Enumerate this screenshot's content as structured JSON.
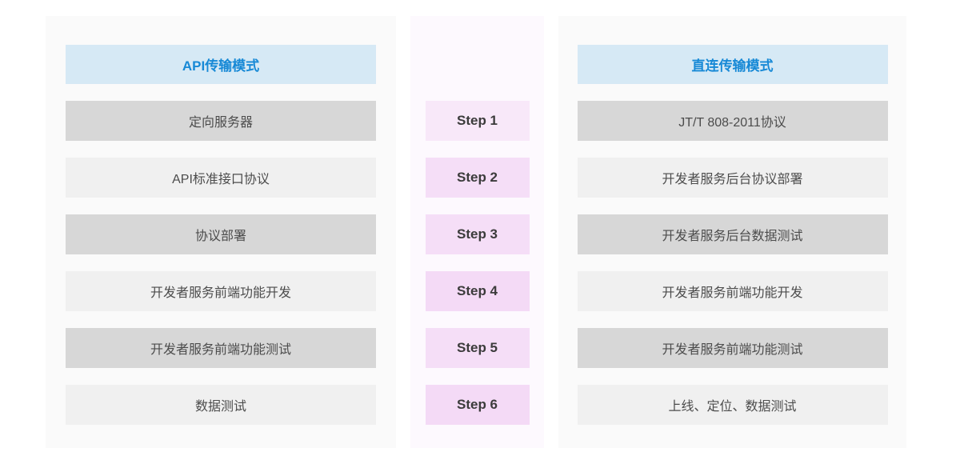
{
  "colors": {
    "page_bg": "#ffffff",
    "side_panel_bg": "#fafafa",
    "middle_panel_bg": "#fdf9fe",
    "header_bg": "#d6e9f5",
    "header_text": "#1789d6",
    "item_dark_bg": "#d7d7d7",
    "item_light_bg": "#f0f0f0",
    "item_text": "#4c4c4c",
    "step_text": "#3b3b3b"
  },
  "api_mode": {
    "title": "API传输模式",
    "items": [
      "定向服务器",
      "API标准接口协议",
      "协议部署",
      "开发者服务前端功能开发",
      "开发者服务前端功能测试",
      "数据测试"
    ]
  },
  "steps": [
    {
      "label": "Step 1",
      "bg": "#f8e8f9"
    },
    {
      "label": "Step 2",
      "bg": "#f5def7"
    },
    {
      "label": "Step 3",
      "bg": "#f5def7"
    },
    {
      "label": "Step 4",
      "bg": "#f4daf6"
    },
    {
      "label": "Step 5",
      "bg": "#f5def7"
    },
    {
      "label": "Step 6",
      "bg": "#f4daf6"
    }
  ],
  "direct_mode": {
    "title": "直连传输模式",
    "items": [
      "JT/T 808-2011协议",
      "开发者服务后台协议部署",
      "开发者服务后台数据测试",
      "开发者服务前端功能开发",
      "开发者服务前端功能测试",
      "上线、定位、数据测试"
    ]
  }
}
